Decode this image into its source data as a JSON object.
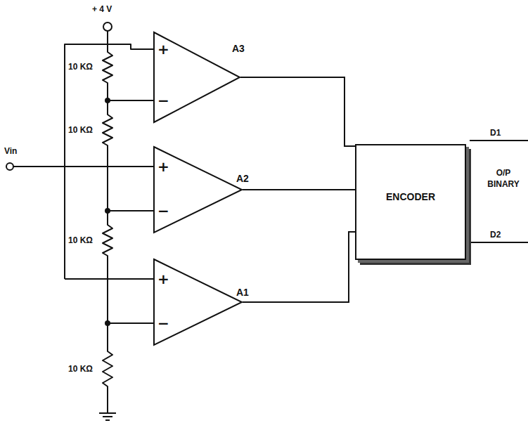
{
  "diagram": {
    "nodes": [
      {
        "text": [
          "+",
          "−",
          "A3"
        ]
      },
      {
        "text": [
          "+",
          "−",
          "A2"
        ]
      },
      {
        "text": [
          "+",
          "−",
          "A1"
        ]
      },
      {
        "text": [
          "ENCODER"
        ]
      }
    ],
    "edges": [
      {
        "from": 0,
        "to": 3,
        "arrow": "none"
      },
      {
        "from": 1,
        "to": 3,
        "arrow": "none"
      },
      {
        "from": 2,
        "to": 3,
        "arrow": "none"
      }
    ],
    "labels": [
      "+ 4 V",
      "10 KΩ",
      "10 KΩ",
      "10 KΩ",
      "10 KΩ",
      "Vin",
      "D1",
      "O/P BINARY",
      "D2"
    ]
  }
}
